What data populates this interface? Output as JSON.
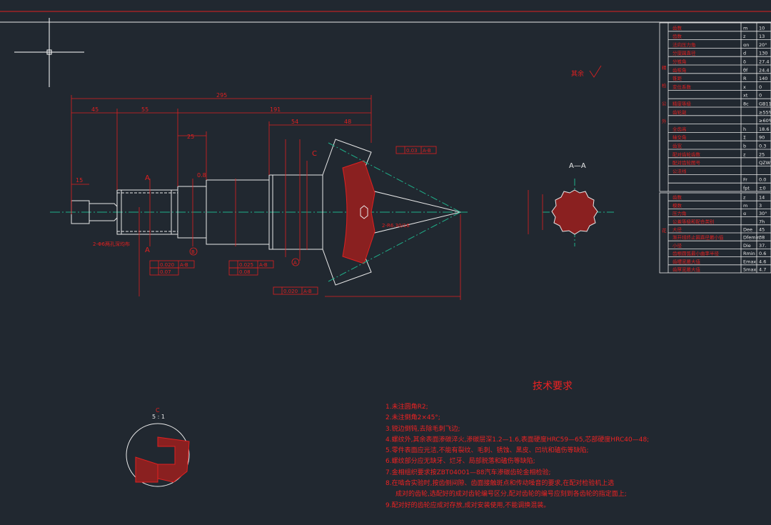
{
  "colors": {
    "background": "#212830",
    "geometry": "#e8e8e8",
    "annotation": "#e02020",
    "centerline": "#1fb08a",
    "cursor": "#ffffff",
    "hatch": "#c02020"
  },
  "dimensions": {
    "d295": "295",
    "d45": "45",
    "d55": "55",
    "d191": "191",
    "d54": "54",
    "d48": "48",
    "d15": "15",
    "d25": "25",
    "d08": "0.8"
  },
  "labels": {
    "section_a1": "A",
    "section_a2": "A",
    "section_aa": "A—A",
    "datum_b": "B",
    "datum_a": "A",
    "point_c": "C",
    "detail_label": "C",
    "detail_scale": "5 : 1",
    "roughness_rest": "其余"
  },
  "tolerances": {
    "t1": "0.03",
    "t1ref": "A-B",
    "t2a": "0.020",
    "t2ref": "A-B",
    "t2b": "0.07",
    "t3a": "0.025",
    "t3ref": "A-B",
    "t3b": "0.08",
    "t4": "0.020",
    "t4ref": "A-B"
  },
  "notes": {
    "holes": "2-Φ6两孔深均布",
    "spline": "2-R6.30/16"
  },
  "gear_table": [
    [
      "齿数",
      "m",
      "10"
    ],
    [
      "齿数",
      "z",
      "13"
    ],
    [
      "法向压力角",
      "αn",
      "20°"
    ],
    [
      "分度圆直径",
      "d",
      "130"
    ],
    [
      "分锥角",
      "δ",
      "27.4"
    ],
    [
      "齿根角",
      "θf",
      "24.4"
    ],
    [
      "锥距",
      "R",
      "140"
    ],
    [
      "变位系数",
      "x",
      "0"
    ],
    [
      "",
      "xt",
      "0"
    ],
    [
      "精度等级",
      "8c",
      "GB11"
    ],
    [
      "齿轮副",
      "",
      "≥55%"
    ],
    [
      "",
      "",
      "≥60%"
    ],
    [
      "全齿高",
      "h",
      "18.6"
    ],
    [
      "轴交角",
      "Σ",
      "90"
    ],
    [
      "齿宽",
      "b",
      "0.3"
    ],
    [
      "配对齿轮齿数",
      "z",
      "25"
    ],
    [
      "配对齿轮图号",
      "",
      "QZW"
    ],
    [
      "公法线",
      "",
      ""
    ],
    [
      "",
      "Fr",
      "0.0"
    ],
    [
      "",
      "fpt",
      "±0"
    ]
  ],
  "spline_table": [
    [
      "齿数",
      "z",
      "14"
    ],
    [
      "模数",
      "m",
      "3"
    ],
    [
      "压力角",
      "α",
      "30°"
    ],
    [
      "公差等级和配合类别",
      "",
      "7h"
    ],
    [
      "大径",
      "Dee",
      "45"
    ],
    [
      "渐开线终止圆直径最小值",
      "Dfemin",
      "38"
    ],
    [
      "小径",
      "Die",
      "37."
    ],
    [
      "齿根圆弧最小曲率半径",
      "Rmin",
      "0.6"
    ],
    [
      "齿槽宽最大值",
      "Emax",
      "4.6"
    ],
    [
      "齿厚宽最大值",
      "Smax",
      "4.7"
    ]
  ],
  "table_side": [
    "精",
    "检",
    "公",
    "外",
    "花"
  ],
  "tech": {
    "title": "技术要求",
    "items": [
      "1.未注圆角R2;",
      "2.未注倒角2×45°;",
      "3.锐边倒钝,去除毛刺飞边;",
      "4.螺纹外,其余表面渗碳淬火,渗碳层深1.2—1.6,表面硬度HRC59—65,芯部硬度HRC40—48;",
      "5.零件表面应光洁,不能有裂纹、毛刺、锈蚀、黑皮、凹坑和磕伤等缺陷;",
      "6.螺纹部分应无缺牙、烂牙、局部脱落和磕伤等缺陷;",
      "7.金相组织要求按ZBT04001—88汽车渗碳齿轮金相检验;",
      "8.在啮合实验时,按齿侧间隙、齿面接触斑点和传动噪音的要求,在配对检验机上选",
      "成对的齿轮,选配好的成对齿轮编号区分,配对齿轮的编号应刻到各齿轮的指定面上;",
      "9.配对好的齿轮应成对存放,成对安装使用,不能调换混装。"
    ]
  }
}
